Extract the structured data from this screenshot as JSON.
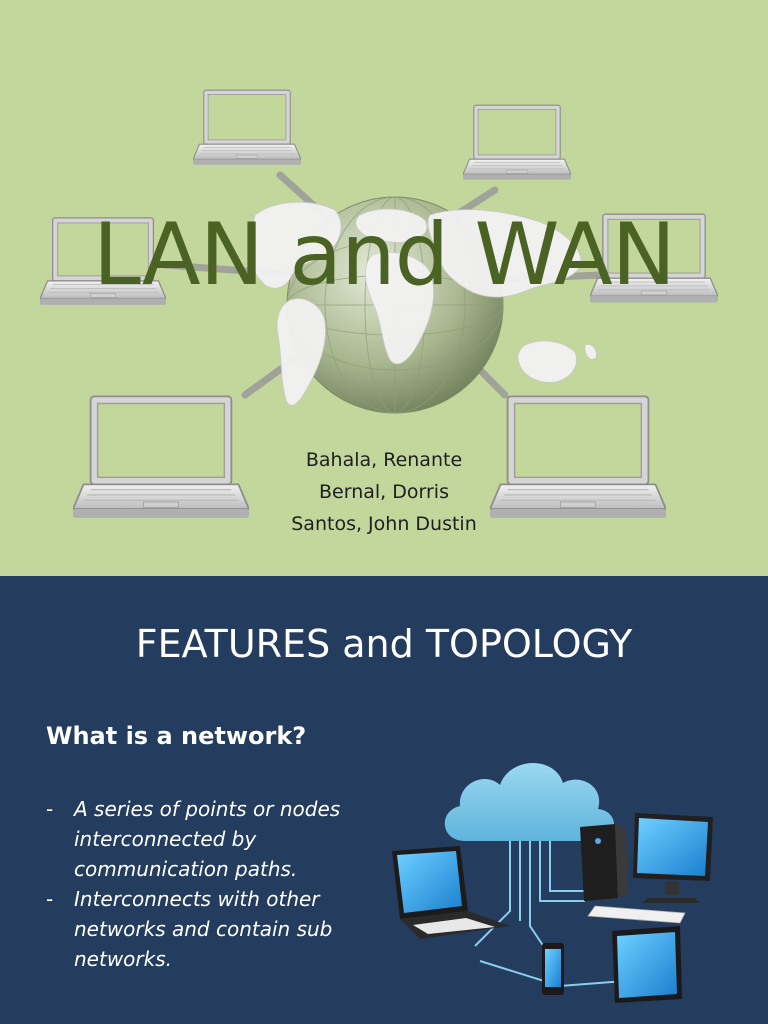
{
  "slide1": {
    "title": "LAN and WAN",
    "authors": [
      "Bahala, Renante",
      "Bernal, Dorris",
      "Santos, John Dustin"
    ],
    "illustration": "globe-with-laptops-network-icon",
    "colors": {
      "background": "#c3d69b",
      "title": "#4a6223"
    }
  },
  "slide2": {
    "title": "FEATURES and TOPOLOGY",
    "subheading": "What is a network?",
    "bullets": [
      {
        "marker": "-",
        "text": "A series of points or nodes interconnected by communication paths."
      },
      {
        "marker": "-",
        "text": "Interconnects with other networks and contain sub networks."
      }
    ],
    "illustration": "cloud-devices-icon",
    "colors": {
      "background": "#243c5d",
      "text": "#ffffff",
      "cloud": "#7ec8e8"
    }
  }
}
